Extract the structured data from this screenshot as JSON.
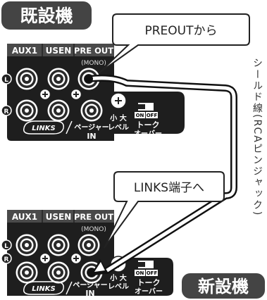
{
  "top_title": "既設機",
  "bottom_title": "新設機",
  "callout_top": "PREOUTから",
  "callout_bottom": "LINKS端子へ",
  "side_label": "シールド線(RCAピンジャック)",
  "top_unit": {
    "col_aux": "AUX1",
    "col_usen": "USEN",
    "col_pre": "PRE OUT",
    "mono": "(MONO)",
    "l": "L",
    "r": "R",
    "links": "LINKS",
    "pager": "ページャー",
    "in": "IN",
    "small_big": "小 大",
    "level": "レベル",
    "on": "ON",
    "off": "OFF",
    "talk": "トーク",
    "over": "オーバー"
  },
  "bottom_unit": {
    "col_aux": "AUX1",
    "col_usen": "USEN",
    "col_pre": "PRE OUT",
    "mono": "(MONO)",
    "l": "L",
    "r": "R",
    "links": "LINKS",
    "pager": "ページャー",
    "in": "IN",
    "small_big": "小 大",
    "level": "レベル",
    "on": "ON",
    "off": "OFF",
    "talk": "トーク",
    "over": "オーバー"
  },
  "colors": {
    "panel": "#1e1e1e",
    "header": "#4a4a4a",
    "cable": "#111111",
    "badge": "#444444",
    "bg": "#ffffff"
  }
}
